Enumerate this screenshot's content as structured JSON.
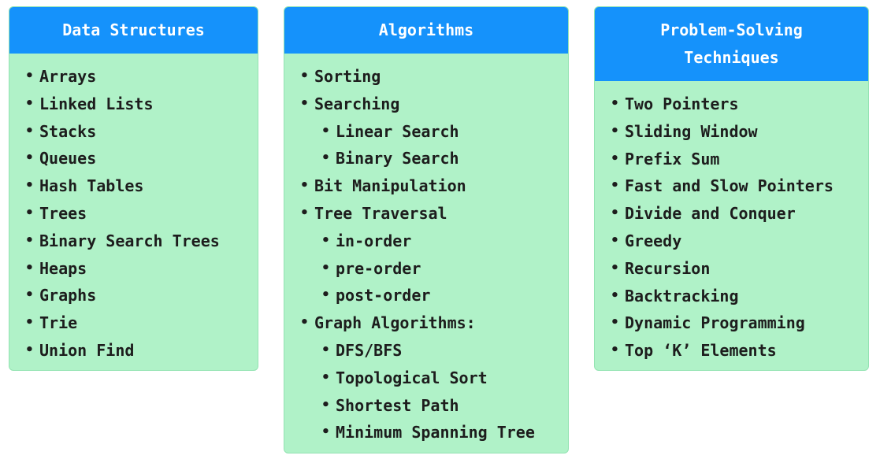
{
  "cards": [
    {
      "id": "card-ds",
      "name": "card-data-structures",
      "title": "Data Structures",
      "items": [
        {
          "text": "Arrays",
          "level": 0
        },
        {
          "text": "Linked Lists",
          "level": 0
        },
        {
          "text": "Stacks",
          "level": 0
        },
        {
          "text": "Queues",
          "level": 0
        },
        {
          "text": "Hash Tables",
          "level": 0
        },
        {
          "text": "Trees",
          "level": 0
        },
        {
          "text": "Binary Search Trees",
          "level": 0
        },
        {
          "text": "Heaps",
          "level": 0
        },
        {
          "text": "Graphs",
          "level": 0
        },
        {
          "text": "Trie",
          "level": 0
        },
        {
          "text": "Union Find",
          "level": 0
        }
      ]
    },
    {
      "id": "card-alg",
      "name": "card-algorithms",
      "title": "Algorithms",
      "items": [
        {
          "text": "Sorting",
          "level": 0
        },
        {
          "text": "Searching",
          "level": 0
        },
        {
          "text": "Linear Search",
          "level": 1
        },
        {
          "text": "Binary Search",
          "level": 1
        },
        {
          "text": "Bit Manipulation",
          "level": 0
        },
        {
          "text": "Tree Traversal",
          "level": 0
        },
        {
          "text": "in-order",
          "level": 1
        },
        {
          "text": "pre-order",
          "level": 1
        },
        {
          "text": "post-order",
          "level": 1
        },
        {
          "text": "Graph Algorithms:",
          "level": 0
        },
        {
          "text": "DFS/BFS",
          "level": 1
        },
        {
          "text": "Topological Sort",
          "level": 1
        },
        {
          "text": "Shortest Path",
          "level": 1
        },
        {
          "text": "Minimum Spanning Tree",
          "level": 1
        }
      ]
    },
    {
      "id": "card-pst",
      "name": "card-problem-solving-techniques",
      "title": "Problem-Solving\nTechniques",
      "items": [
        {
          "text": "Two Pointers",
          "level": 0
        },
        {
          "text": "Sliding Window",
          "level": 0
        },
        {
          "text": "Prefix Sum",
          "level": 0
        },
        {
          "text": "Fast and Slow Pointers",
          "level": 0
        },
        {
          "text": "Divide and Conquer",
          "level": 0
        },
        {
          "text": "Greedy",
          "level": 0
        },
        {
          "text": "Recursion",
          "level": 0
        },
        {
          "text": "Backtracking",
          "level": 0
        },
        {
          "text": "Dynamic Programming",
          "level": 0
        },
        {
          "text": "Top ‘K’ Elements",
          "level": 0
        }
      ]
    }
  ],
  "colors": {
    "header": "#1592fb",
    "body": "#b0f2c8",
    "text": "#1d1d1d"
  },
  "bullet_char": "•"
}
